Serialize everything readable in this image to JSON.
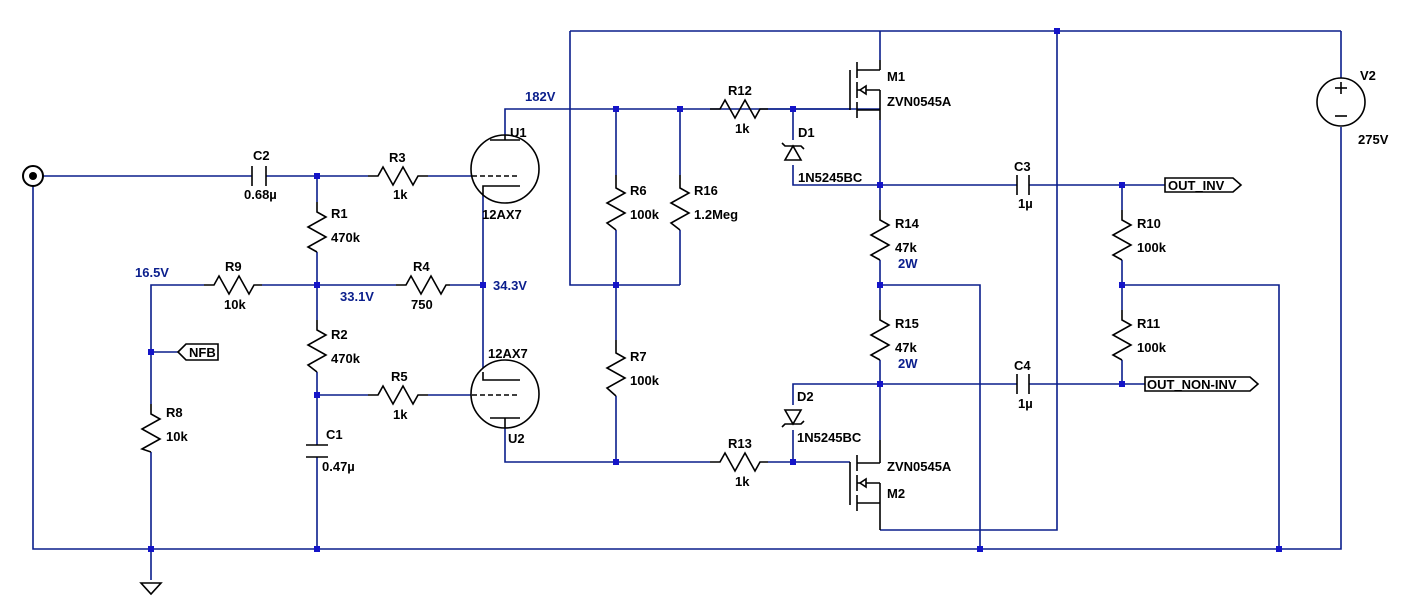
{
  "components": {
    "C2": {
      "ref": "C2",
      "value": "0.68µ"
    },
    "C1": {
      "ref": "C1",
      "value": "0.47µ"
    },
    "C3": {
      "ref": "C3",
      "value": "1µ"
    },
    "C4": {
      "ref": "C4",
      "value": "1µ"
    },
    "R1": {
      "ref": "R1",
      "value": "470k"
    },
    "R2": {
      "ref": "R2",
      "value": "470k"
    },
    "R3": {
      "ref": "R3",
      "value": "1k"
    },
    "R4": {
      "ref": "R4",
      "value": "750"
    },
    "R5": {
      "ref": "R5",
      "value": "1k"
    },
    "R6": {
      "ref": "R6",
      "value": "100k"
    },
    "R7": {
      "ref": "R7",
      "value": "100k"
    },
    "R8": {
      "ref": "R8",
      "value": "10k"
    },
    "R9": {
      "ref": "R9",
      "value": "10k"
    },
    "R10": {
      "ref": "R10",
      "value": "100k"
    },
    "R11": {
      "ref": "R11",
      "value": "100k"
    },
    "R12": {
      "ref": "R12",
      "value": "1k"
    },
    "R13": {
      "ref": "R13",
      "value": "1k"
    },
    "R14": {
      "ref": "R14",
      "value": "47k",
      "power": "2W"
    },
    "R15": {
      "ref": "R15",
      "value": "47k",
      "power": "2W"
    },
    "R16": {
      "ref": "R16",
      "value": "1.2Meg"
    },
    "U1": {
      "ref": "U1",
      "value": "12AX7"
    },
    "U2": {
      "ref": "U2",
      "value": "12AX7"
    },
    "M1": {
      "ref": "M1",
      "value": "ZVN0545A"
    },
    "M2": {
      "ref": "M2",
      "value": "ZVN0545A"
    },
    "D1": {
      "ref": "D1",
      "value": "1N5245BC"
    },
    "D2": {
      "ref": "D2",
      "value": "1N5245BC"
    },
    "V2": {
      "ref": "V2",
      "value": "275V"
    }
  },
  "node_voltages": {
    "plate": "182V",
    "fb_node": "16.5V",
    "grid_node": "33.1V",
    "cathode_node": "34.3V"
  },
  "net_labels": {
    "nfb": "NFB",
    "out_inv": "OUT_INV",
    "out_non_inv": "OUT_NON-INV"
  }
}
